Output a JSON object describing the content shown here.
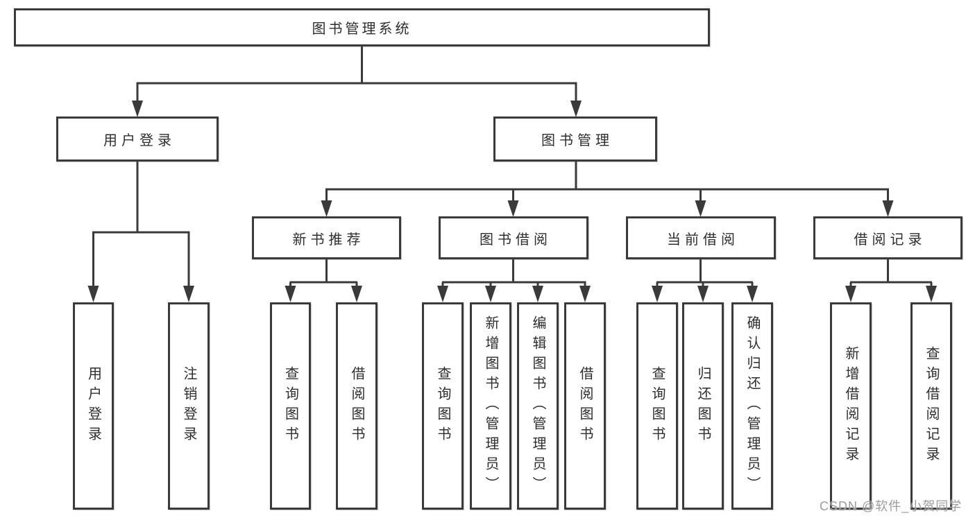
{
  "diagram_title": "图书管理系统",
  "nodes": {
    "root": "图书管理系统",
    "user_login": "用户登录",
    "book_management": "图书管理",
    "new_book_recommend": "新书推荐",
    "book_borrow": "图书借阅",
    "current_borrow": "当前借阅",
    "borrow_record": "借阅记录"
  },
  "leaves": {
    "user_login": [
      "用户登录",
      "注销登录"
    ],
    "new_book": [
      "查询图书",
      "借阅图书"
    ],
    "book_borrow": [
      "查询图书",
      "新增图书（管理员）",
      "编辑图书（管理员）",
      "借阅图书"
    ],
    "current_borrow": [
      "查询图书",
      "归还图书",
      "确认归还（管理员）"
    ],
    "borrow_record": [
      "新增借阅记录",
      "查询借阅记录"
    ]
  },
  "watermark": "CSDN @软件_小贺同学",
  "colors": {
    "line": "#3a3a3a",
    "text": "#2e2e2e",
    "watermark": "#9c9c9c",
    "background": "#ffffff"
  }
}
